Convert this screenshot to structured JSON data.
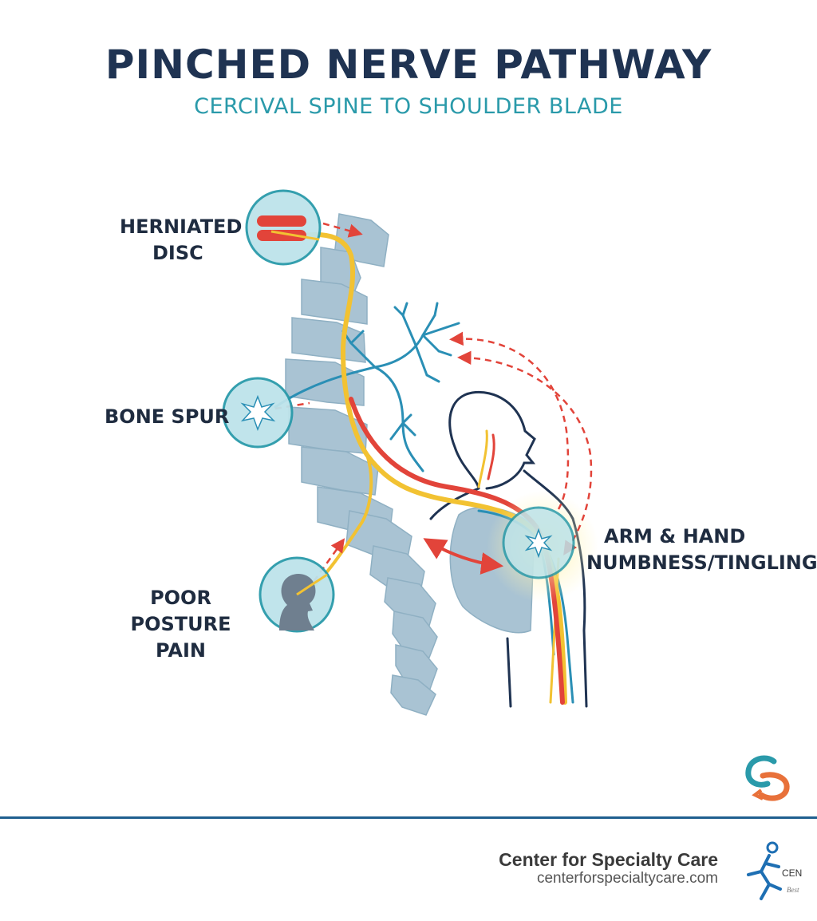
{
  "title": "PINCHED NERVE PATHWAY",
  "subtitle": "CERCIVAL SPINE TO SHOULDER BLADE",
  "callouts": {
    "herniated": {
      "line1": "HERNIATED",
      "line2": "DISC",
      "icon": "herniated-disc-icon"
    },
    "spur": {
      "line1": "BONE SPUR",
      "icon": "bone-spur-icon"
    },
    "posture": {
      "line1": "POOR POSTURE",
      "line2": "PAIN",
      "icon": "head-silhouette-icon"
    },
    "arm": {
      "line1": "ARM & HAND",
      "line2": "NUMBNESS/TINGLING"
    }
  },
  "footer": {
    "brand_name": "Center for Specialty Care",
    "brand_url": "centerforspecialtycare.com",
    "logo_text": "CEN",
    "logo_tagline": "Best"
  },
  "colors": {
    "title": "#1f3352",
    "subtitle": "#2a9aaa",
    "nerve_yellow": "#f2c232",
    "nerve_red": "#e2443a",
    "nerve_blue": "#2a8fb5",
    "vertebra": "#a9c3d3",
    "callout_circle": "#bde3ea",
    "footer_rule": "#1f5f8f"
  }
}
